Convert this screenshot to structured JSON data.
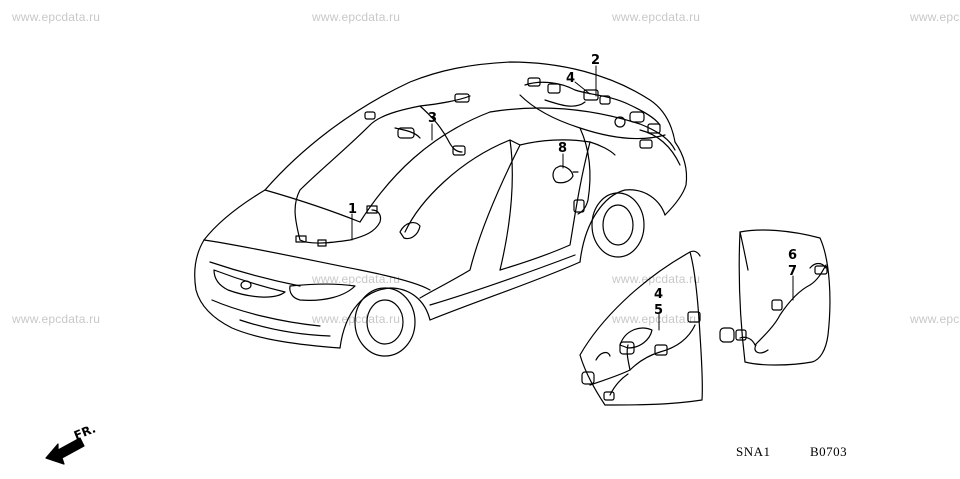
{
  "watermarks": [
    "www.epcdata.ru",
    "www.epcdata.ru",
    "www.epcdata.ru",
    "www.epc",
    "www.epcdata.ru",
    "www.epcdata.ru",
    "www.epcdata.ru",
    "www.epc",
    "www.epcdata.ru",
    "www.epcdata.ru"
  ],
  "callouts": [
    "1",
    "2",
    "3",
    "4",
    "8",
    "4",
    "5",
    "6",
    "7"
  ],
  "direction_label": "FR.",
  "diagram_code": {
    "prefix": "SNA1",
    "number": "B0703"
  }
}
